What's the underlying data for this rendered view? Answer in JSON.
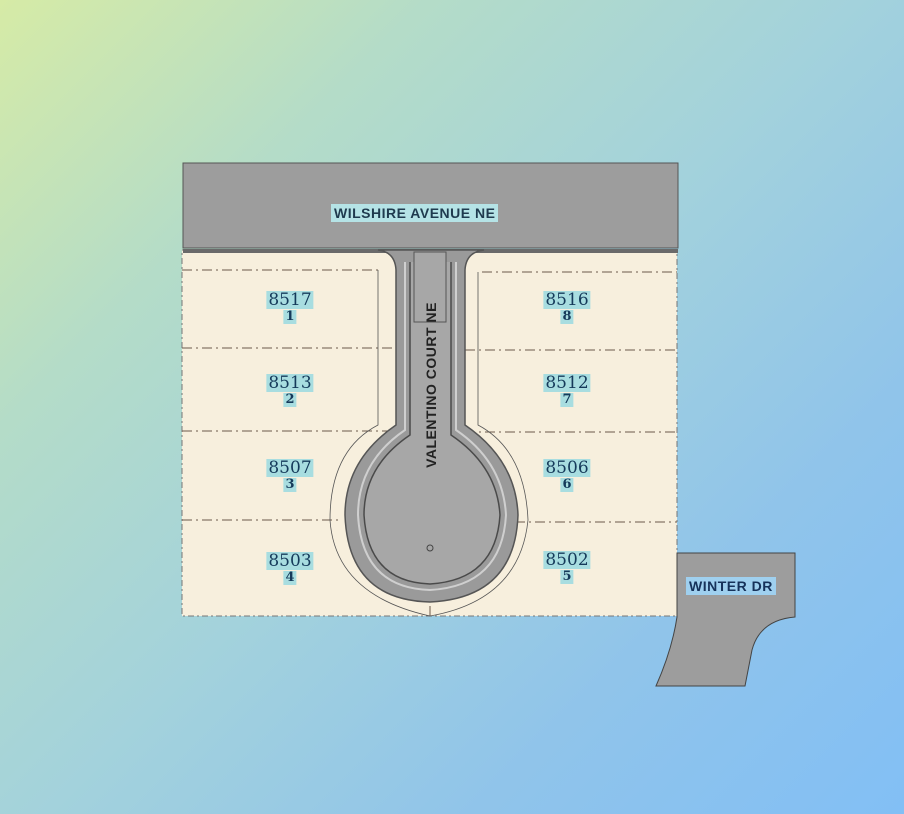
{
  "map": {
    "type": "subdivision plat",
    "colors": {
      "road": "#9d9d9d",
      "lot": "#f7efdd",
      "label_bg": "#a8dde0",
      "label_text": "#153a5a"
    },
    "streets": {
      "main": "WILSHIRE AVENUE NE",
      "cul_de_sac": "VALENTINO COURT NE",
      "side": "WINTER DR"
    },
    "lots": [
      {
        "address": "8517",
        "lot": "1"
      },
      {
        "address": "8513",
        "lot": "2"
      },
      {
        "address": "8507",
        "lot": "3"
      },
      {
        "address": "8503",
        "lot": "4"
      },
      {
        "address": "8502",
        "lot": "5"
      },
      {
        "address": "8506",
        "lot": "6"
      },
      {
        "address": "8512",
        "lot": "7"
      },
      {
        "address": "8516",
        "lot": "8"
      }
    ]
  }
}
